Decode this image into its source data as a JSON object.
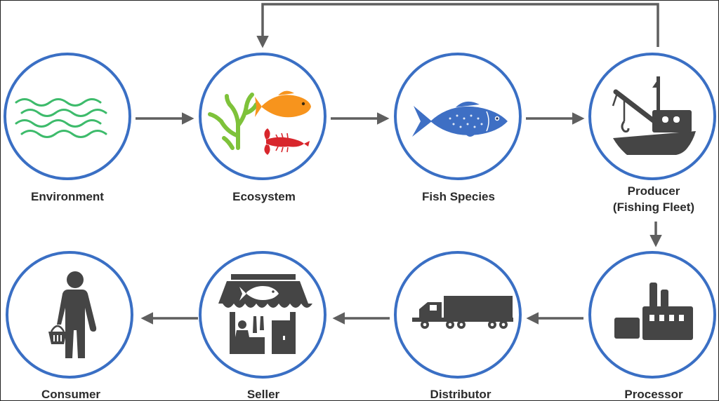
{
  "colors": {
    "circle_stroke": "#3a6fc4",
    "arrow": "#5f5f5f",
    "icon_dark": "#454545",
    "waves": "#3dbb6b",
    "coral": "#7ec23a",
    "fish_orange": "#f7941d",
    "lobster": "#d8262c",
    "fish_blue": "#3e6fc4"
  },
  "nodes": [
    {
      "id": "environment",
      "label_lines": [
        "Environment"
      ],
      "icon": "waves-icon"
    },
    {
      "id": "ecosystem",
      "label_lines": [
        "Ecosystem"
      ],
      "icon": "ecosystem-icon"
    },
    {
      "id": "fish-species",
      "label_lines": [
        "Fish Species"
      ],
      "icon": "fish-icon"
    },
    {
      "id": "producer",
      "label_lines": [
        "Producer",
        "(Fishing Fleet)"
      ],
      "icon": "fishing-boat-icon"
    },
    {
      "id": "processor",
      "label_lines": [
        "Processor"
      ],
      "icon": "factory-icon"
    },
    {
      "id": "distributor",
      "label_lines": [
        "Distributor"
      ],
      "icon": "truck-icon"
    },
    {
      "id": "seller",
      "label_lines": [
        "Seller"
      ],
      "icon": "fish-shop-icon"
    },
    {
      "id": "consumer",
      "label_lines": [
        "Consumer"
      ],
      "icon": "person-with-basket-icon"
    }
  ],
  "edges": [
    {
      "from": "environment",
      "to": "ecosystem"
    },
    {
      "from": "ecosystem",
      "to": "fish-species"
    },
    {
      "from": "fish-species",
      "to": "producer"
    },
    {
      "from": "producer",
      "to": "processor"
    },
    {
      "from": "processor",
      "to": "distributor"
    },
    {
      "from": "distributor",
      "to": "seller"
    },
    {
      "from": "seller",
      "to": "consumer"
    },
    {
      "from": "producer",
      "to": "ecosystem",
      "kind": "feedback-loop"
    }
  ]
}
